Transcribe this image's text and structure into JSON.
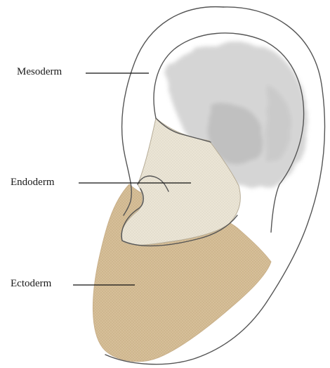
{
  "labels": {
    "mesoderm": "Mesoderm",
    "endoderm": "Endoderm",
    "ectoderm": "Ectoderm"
  },
  "colors": {
    "ectoderm_fill": "#d7c09a",
    "endoderm_fill": "#ebe4d2",
    "mesoderm_shading": "#bdbdbd",
    "outline": "#555555",
    "leader_line": "#111111",
    "background": "#ffffff"
  }
}
